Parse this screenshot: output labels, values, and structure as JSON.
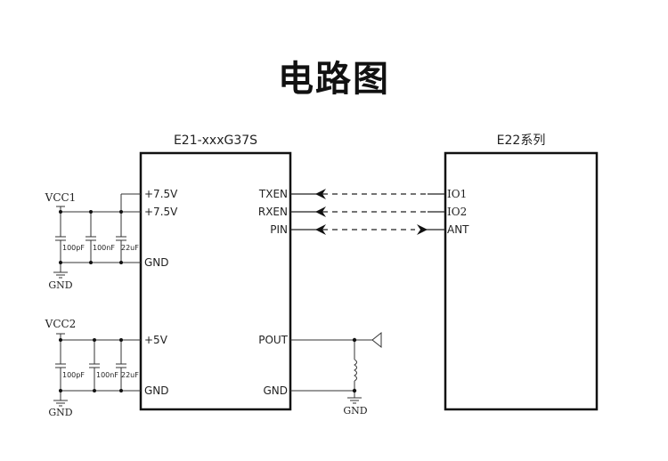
{
  "title": "电路图",
  "module_left": {
    "name": "E21-xxxG37S",
    "pins_left": [
      "+7.5V",
      "+7.5V",
      "GND",
      "+5V",
      "GND"
    ],
    "pins_right": [
      "TXEN",
      "RXEN",
      "PIN",
      "POUT",
      "GND"
    ]
  },
  "module_right": {
    "name": "E22系列",
    "pins_left": [
      "IO1",
      "IO2",
      "ANT"
    ]
  },
  "supply1": {
    "net": "VCC1",
    "ground": "GND",
    "capacitors": [
      "100pF",
      "100nF",
      "22uF"
    ]
  },
  "supply2": {
    "net": "VCC2",
    "ground": "GND",
    "capacitors": [
      "100pF",
      "100nF",
      "22uF"
    ]
  },
  "output_ground": "GND",
  "connections": [
    {
      "from": "TXEN",
      "to": "IO1",
      "direction": "to-left"
    },
    {
      "from": "RXEN",
      "to": "IO2",
      "direction": "to-left"
    },
    {
      "from": "PIN",
      "to": "ANT",
      "direction": "bidirectional"
    }
  ]
}
